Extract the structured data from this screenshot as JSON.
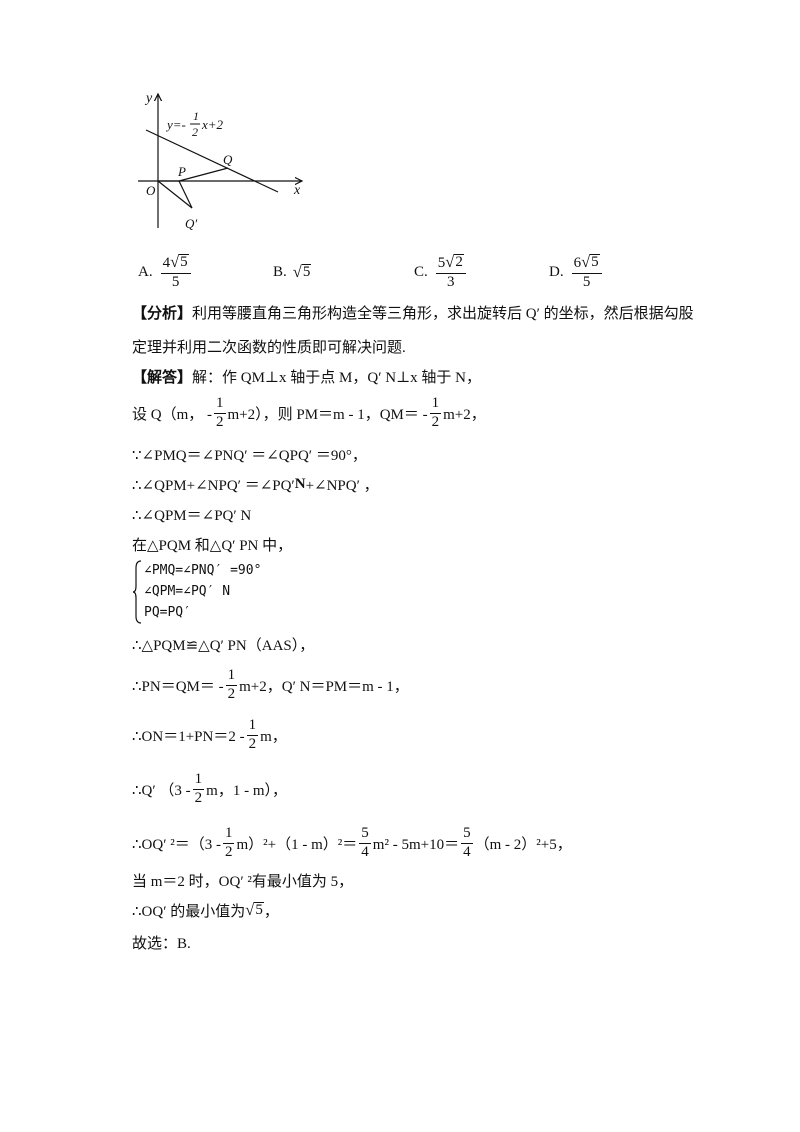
{
  "figure": {
    "axis_x": "x",
    "axis_y": "y",
    "origin": "O",
    "point_p": "P",
    "point_q": "Q",
    "point_q_prime": "Q′",
    "line_eq_prefix": "y=-",
    "line_eq_num": "1",
    "line_eq_den": "2",
    "line_eq_suffix": "x+2"
  },
  "options": [
    {
      "label": "A.",
      "coef": "4",
      "radicand": "5",
      "den": "5"
    },
    {
      "label": "B.",
      "radicand": "5"
    },
    {
      "label": "C.",
      "coef": "5",
      "radicand": "2",
      "den": "3"
    },
    {
      "label": "D.",
      "coef": "6",
      "radicand": "5",
      "den": "5"
    }
  ],
  "analysis": {
    "tag": "【分析】",
    "line1": "利用等腰直角三角形构造全等三角形，求出旋转后 Q′ 的坐标，然后根据勾股",
    "line2": "定理并利用二次函数的性质即可解决问题."
  },
  "solution": {
    "tag": "【解答】",
    "l1": "解：作 QM⊥x 轴于点 M，Q′ N⊥x 轴于 N，",
    "l2a": "设 Q（m，  -",
    "l2_num": "1",
    "l2_den": "2",
    "l2b": "m+2），则 PM＝m - 1，QM＝ -",
    "l2_num2": "1",
    "l2_den2": "2",
    "l2c": "m+2，",
    "l3": "∵∠PMQ＝∠PNQ′ ＝∠QPQ′ ＝90°，",
    "l4a": "∴∠QPM+∠NPQ′ ＝∠PQ′ ",
    "l4b": "N",
    "l4c": "+∠NPQ′ ，",
    "l5": "∴∠QPM＝∠PQ′ N",
    "l6": "在△PQM 和△Q′ PN 中，",
    "brace_r1": "∠PMQ=∠PNQ′ =90°",
    "brace_r2": "∠QPM=∠PQ′ N",
    "brace_r3": "PQ=PQ′",
    "l7": "∴△PQM≌△Q′ PN（AAS），",
    "l8a": "∴PN＝QM＝ -",
    "l8_num": "1",
    "l8_den": "2",
    "l8b": "m+2，Q′ N＝PM＝m - 1，",
    "l9a": "∴ON＝1+PN＝2 -",
    "l9_num": "1",
    "l9_den": "2",
    "l9b": "m，",
    "l10a": "∴Q′ （3 -",
    "l10_num": "1",
    "l10_den": "2",
    "l10b": "m，1 - m），",
    "l11a": "∴OQ′ ²＝（3 -",
    "l11_num": "1",
    "l11_den": "2",
    "l11b": "m）²+（1 - m）²＝",
    "l11_num2": "5",
    "l11_den2": "4",
    "l11c": "m² - 5m+10＝",
    "l11_num3": "5",
    "l11_den3": "4",
    "l11d": "（m - 2）²+5，",
    "l12": "当 m＝2 时，OQ′ ²有最小值为 5，",
    "l13a": "∴OQ′ 的最小值为",
    "l13_rad": "5",
    "l13b": "，",
    "l14": "故选：B."
  }
}
